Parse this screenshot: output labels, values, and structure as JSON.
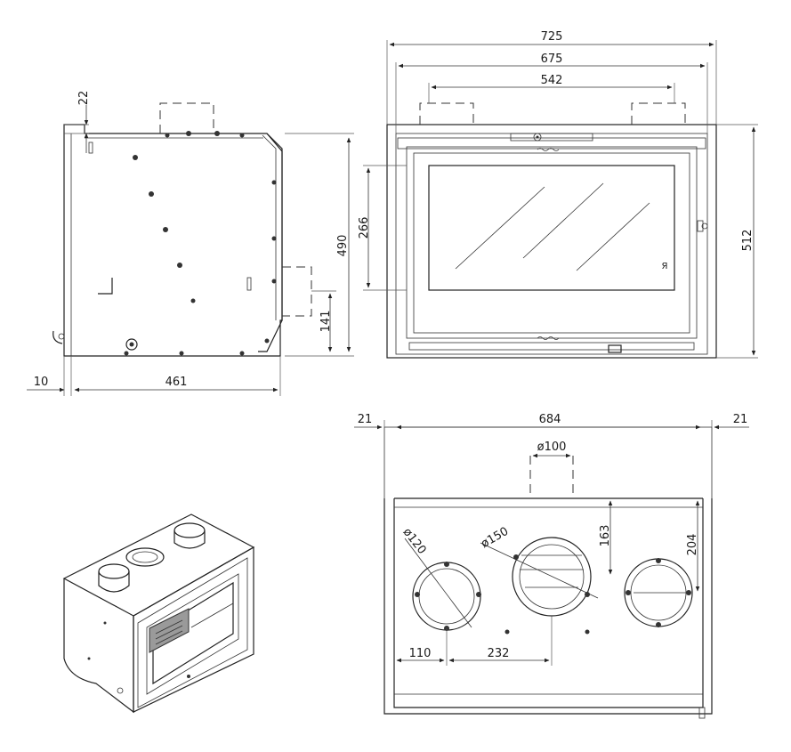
{
  "drawing": {
    "side_view": {
      "dim_top_offset": "22",
      "dim_height": "490",
      "dim_outlet_height": "141",
      "dim_left_offset": "10",
      "dim_depth": "461"
    },
    "front_view": {
      "dim_overall_width": "725",
      "dim_body_width": "675",
      "dim_outlet_spacing": "542",
      "dim_glass_height": "266",
      "dim_overall_height": "512"
    },
    "top_view": {
      "dim_left_margin": "21",
      "dim_width": "684",
      "dim_right_margin": "21",
      "dim_flue_diameter": "ø100",
      "dim_left_duct_diameter": "ø120",
      "dim_center_duct_diameter": "ø150",
      "dim_center_offset": "163",
      "dim_right_offset": "204",
      "dim_left_x": "110",
      "dim_center_x": "232"
    }
  }
}
